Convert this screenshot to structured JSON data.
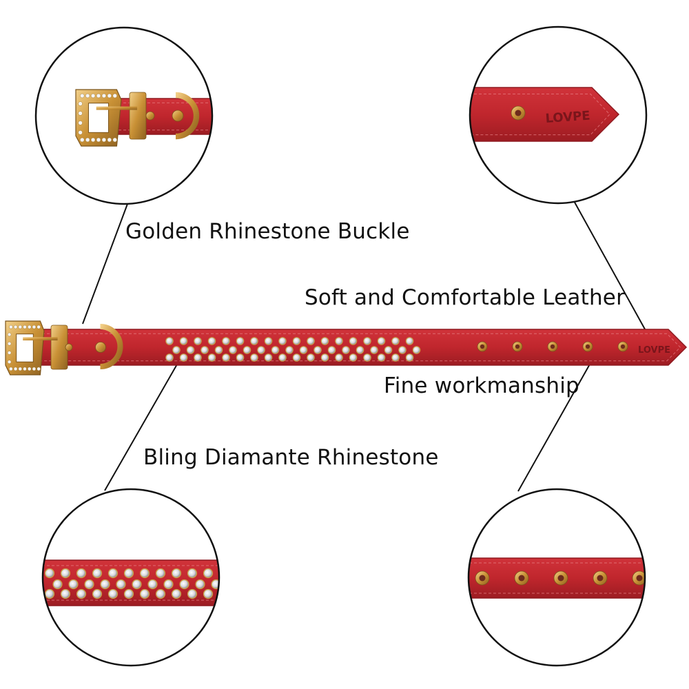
{
  "labels": {
    "buckle": "Golden Rhinestone Buckle",
    "leather": "Soft and Comfortable Leather",
    "workmanship": "Fine workmanship",
    "bling": "Bling Diamante Rhinestone"
  },
  "brand_mark": "LOVPE",
  "colors": {
    "leather": "#c0262d",
    "leather_dark": "#8f1a20",
    "gold": "#d8a241",
    "rhinestone": "#e6e6ea"
  },
  "icons": {
    "buckle": "buckle-icon",
    "rhinestone": "rhinestone-icon",
    "eyelet": "eyelet-icon"
  }
}
